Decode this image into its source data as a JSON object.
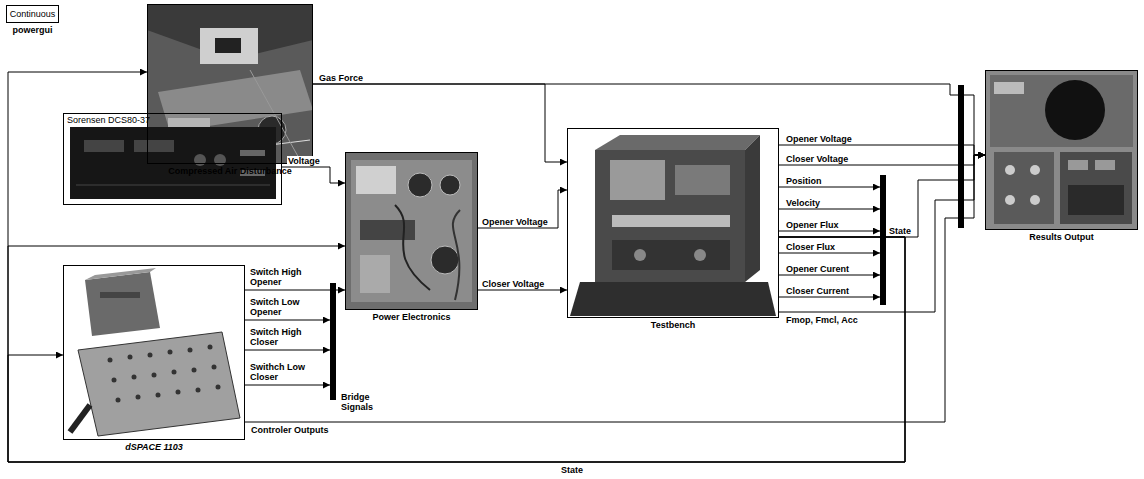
{
  "diagram": {
    "nodes": [
      {
        "text": [
          "Continuous",
          "powergui"
        ]
      },
      {
        "text": [
          "Compressed Air Disturbance"
        ]
      },
      {
        "text": [
          "Sorensen DCS80-37"
        ]
      },
      {
        "text": [
          "Power Electronics"
        ]
      },
      {
        "text": [
          "Testbench"
        ]
      },
      {
        "text": [
          "Results Output"
        ]
      },
      {
        "text": [
          "dSPACE 1103"
        ]
      }
    ],
    "edges": [
      {
        "from": 1,
        "to": 4,
        "label": "Gas Force",
        "arrow": "to"
      },
      {
        "from": 1,
        "to": 5,
        "arrow": "to"
      },
      {
        "from": 2,
        "to": 3,
        "label": "Voltage",
        "arrow": "to"
      },
      {
        "from": 6,
        "to": 3,
        "label": "Bridge Signals",
        "arrow": "to"
      },
      {
        "from": 3,
        "to": 4,
        "label": "Opener Voltage",
        "arrow": "to"
      },
      {
        "from": 3,
        "to": 4,
        "label": "Closer Voltage",
        "arrow": "to"
      },
      {
        "from": 4,
        "to": 5,
        "label": "Opener Voltage",
        "arrow": "to"
      },
      {
        "from": 4,
        "to": 5,
        "label": "Closer Voltage",
        "arrow": "to"
      },
      {
        "from": 4,
        "to": 5,
        "label": "Fmop, Fmcl, Acc",
        "arrow": "to"
      },
      {
        "from": 4,
        "to": 5,
        "label": "State",
        "arrow": "to"
      },
      {
        "from": 4,
        "to": 6,
        "label": "State",
        "arrow": "to"
      },
      {
        "from": 4,
        "to": 1,
        "arrow": "to"
      },
      {
        "from": 4,
        "to": 3,
        "arrow": "to"
      },
      {
        "from": 6,
        "to": 5,
        "label": "Controler Outputs",
        "arrow": "to"
      }
    ],
    "labels": [
      "Switch High Opener",
      "Switch Low Opener",
      "Switch High Closer",
      "Swithch Low Closer",
      "Position",
      "Velocity",
      "Opener Flux",
      "Closer Flux",
      "Opener Curent",
      "Closer Current"
    ]
  }
}
